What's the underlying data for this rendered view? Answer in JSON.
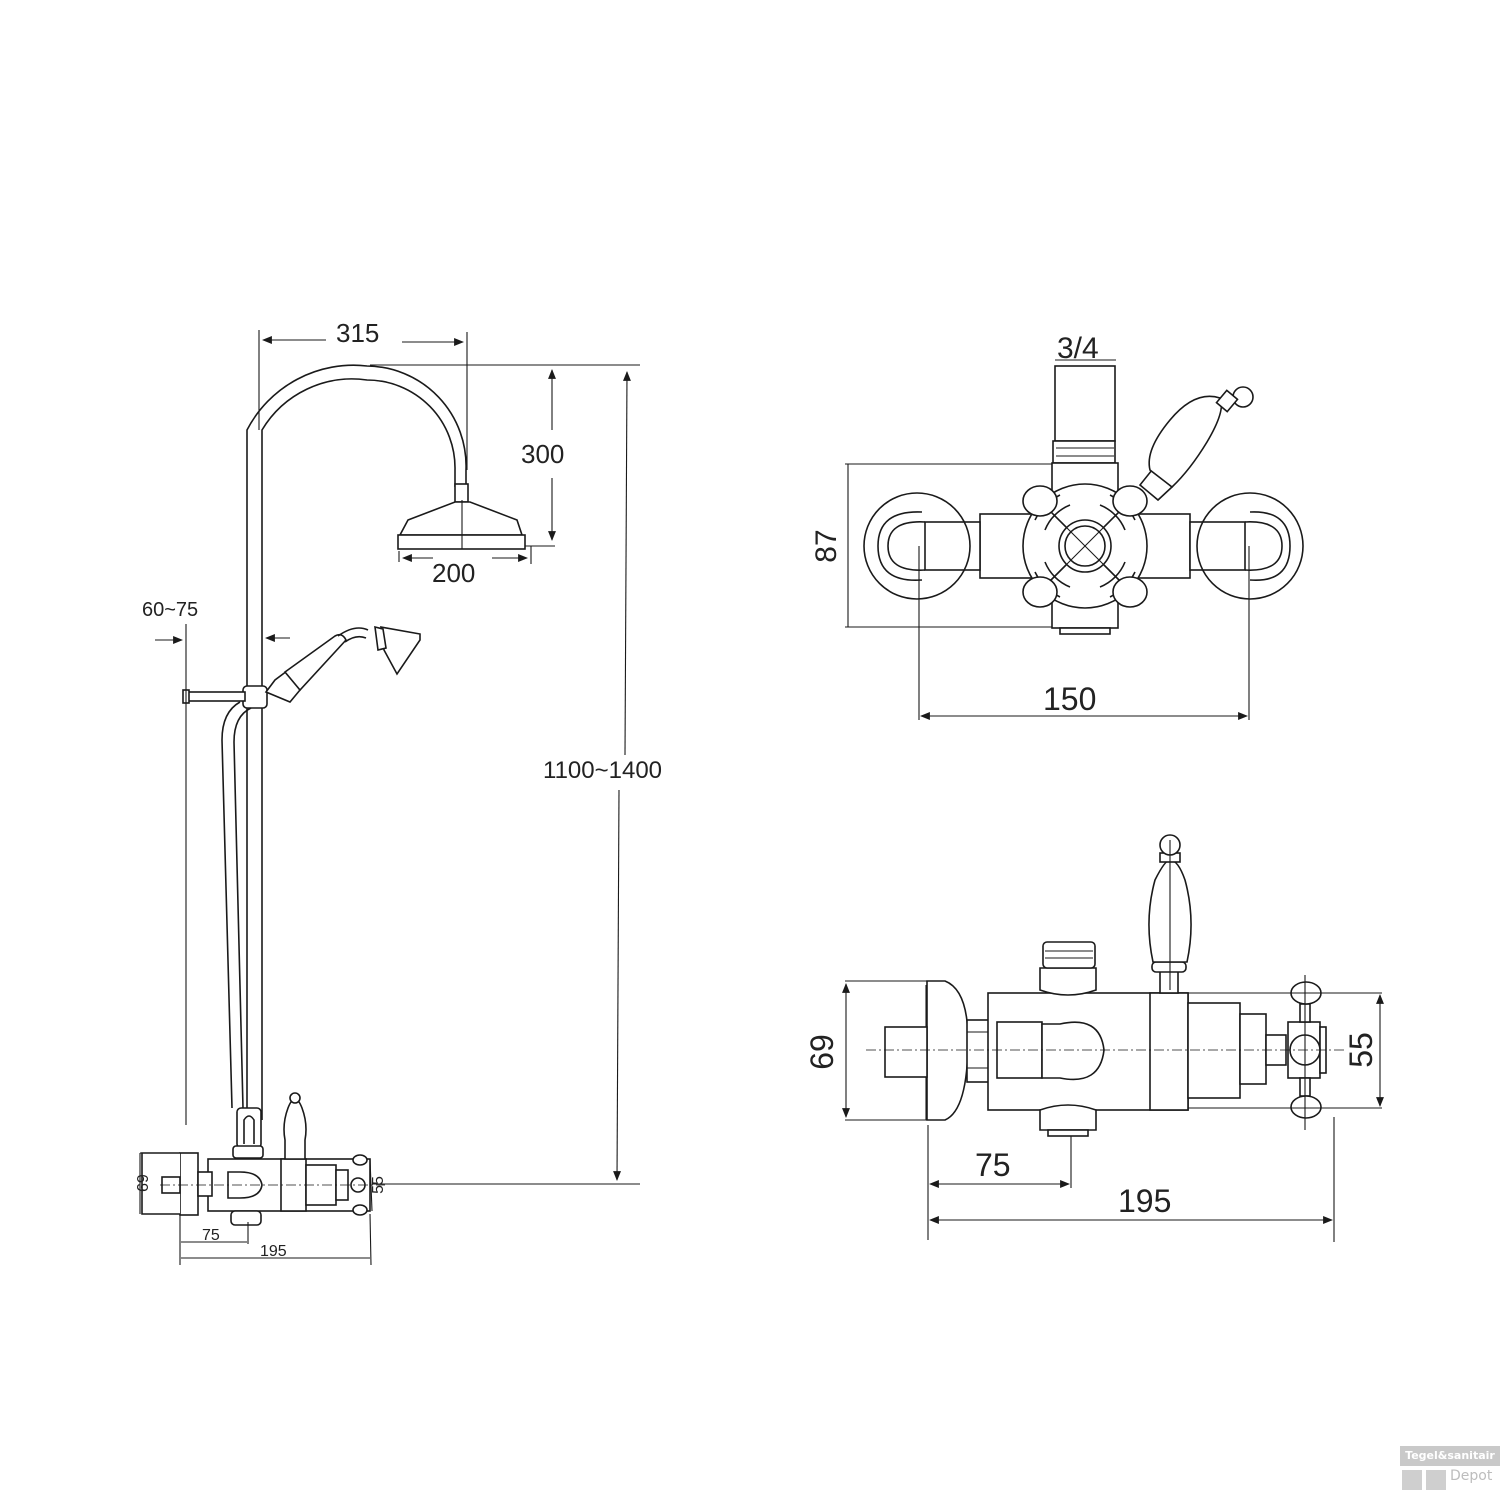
{
  "drawing": {
    "title": "Thermostatic shower set technical drawing",
    "side_view": {
      "dimensions": {
        "arm_reach": "315",
        "arm_drop": "300",
        "head_diameter": "200",
        "wall_offset": "60~75",
        "total_height": "1100~1400",
        "valve_height": "69",
        "valve_depth": "55",
        "outlet_offset": "75",
        "valve_width": "195"
      }
    },
    "top_view": {
      "dimensions": {
        "outlet_thread": "3/4",
        "depth": "87",
        "inlet_centers": "150"
      }
    },
    "front_view": {
      "dimensions": {
        "height": "69",
        "depth": "55",
        "outlet_offset": "75",
        "width": "195"
      }
    }
  },
  "watermark": {
    "brand_top": "Tegel&sanitair",
    "brand_bottom": "Depot"
  }
}
